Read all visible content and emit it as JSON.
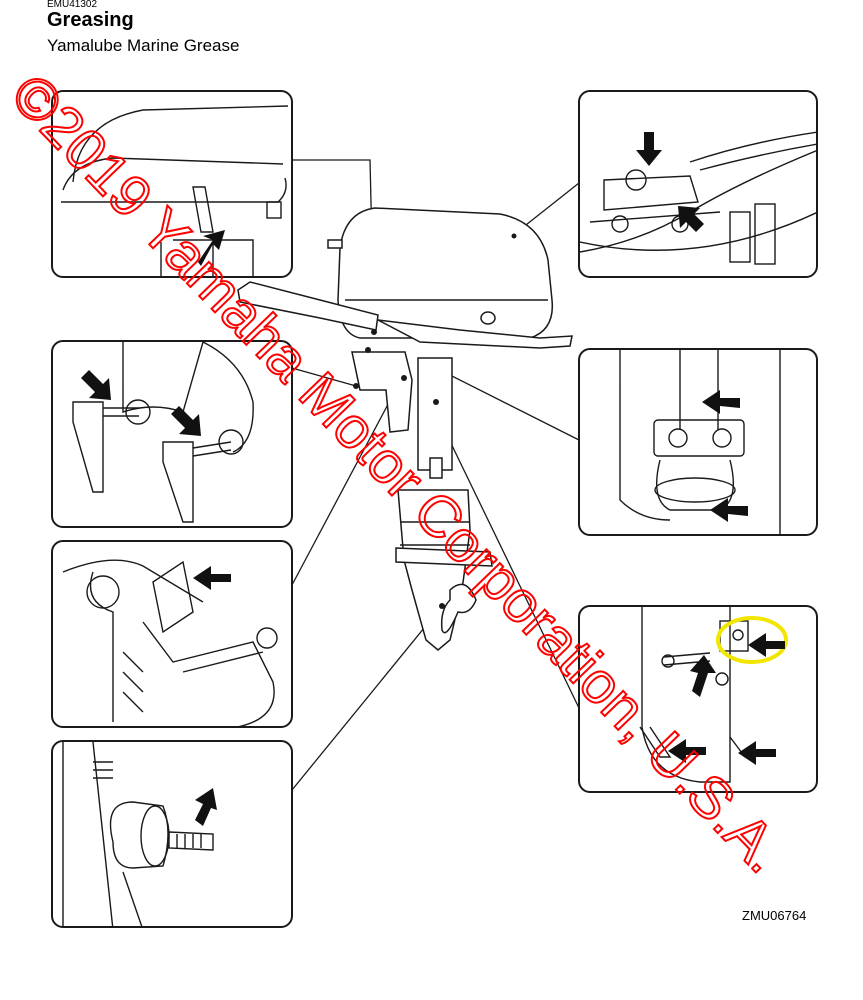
{
  "header": {
    "code": "EMU41302",
    "title": "Greasing",
    "subtitle": "Yamalube Marine Grease"
  },
  "figure": {
    "reference": "ZMU06764"
  },
  "watermark": {
    "text": "©2019 Yamaha Motor Corporation, U.S.A.",
    "color": "#ff0000"
  },
  "colors": {
    "line": "#1a1a1a",
    "highlight": "#f2e600"
  }
}
